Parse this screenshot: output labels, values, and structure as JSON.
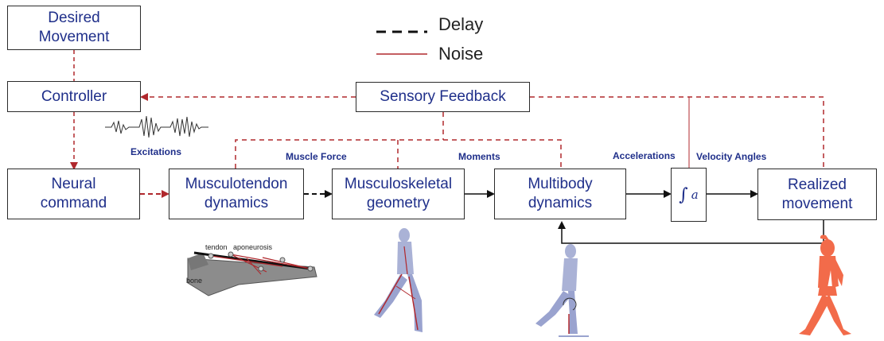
{
  "legend": {
    "delay": "Delay",
    "noise": "Noise"
  },
  "boxes": {
    "desired": "Desired\nMovement",
    "controller": "Controller",
    "sensory": "Sensory Feedback",
    "neural": "Neural\ncommand",
    "musculotendon": "Musculotendon\ndynamics",
    "musculoskeletal": "Musculoskeletal\ngeometry",
    "multibody": "Multibody\ndynamics",
    "realized": "Realized\nmovement"
  },
  "labels": {
    "excitations": "Excitations",
    "muscle_force": "Muscle Force",
    "moments": "Moments",
    "accelerations": "Accelerations",
    "velocity_angles": "Velocity Angles"
  },
  "integral": {
    "symbol": "∫",
    "variable": "a"
  },
  "muscle_sketch": {
    "tendon": "tendon",
    "aponeurosis": "aponeurosis",
    "bone": "bone"
  },
  "colors": {
    "delay_line": "#000000",
    "noise_line": "#b0282d",
    "box_text": "#1f2f8a",
    "figure": "#f26b4a",
    "skeleton": "#9aa3cf"
  }
}
